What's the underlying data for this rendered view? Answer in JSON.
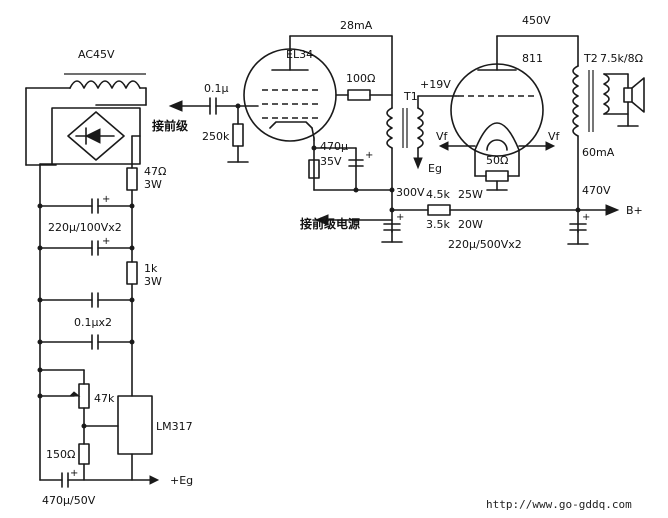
{
  "labels": {
    "ac_input": "AC45V",
    "r_47": "47Ω",
    "r_47_power": "3W",
    "c_main": "220μ/100Vx2",
    "r_1k": "1k",
    "r_1k_power": "3W",
    "c_01x2": "0.1μx2",
    "pot_47k": "47k",
    "regulator": "LM317",
    "r_150": "150Ω",
    "c_470_50": "470μ/50V",
    "out_eg": "+Eg",
    "coupling_cap": "0.1μ",
    "to_prev_stage": "接前级",
    "r_250k": "250k",
    "tube_driver": "EL34",
    "current_driver": "28mA",
    "r_100": "100Ω",
    "t1": "T1",
    "bias_plus19": "+19V",
    "eg": "Eg",
    "c_cathode": "470μ",
    "c_cathode_v": "35V",
    "to_prev_supply": "接前级电源",
    "v300": "300V",
    "r_45k": "4.5k",
    "r_45k_power": "25W",
    "r_35k": "3.5k",
    "r_35k_power": "20W",
    "c_filter": "220μ/500Vx2",
    "v450": "450V",
    "tube_output": "811",
    "vf_left": "Vf",
    "vf_right": "Vf",
    "r_50": "50Ω",
    "current_output": "60mA",
    "v470": "470V",
    "b_plus": "B+",
    "t2": "T2",
    "t2_ratio": "7.5k/8Ω",
    "watermark": "http://www.go-gddq.com"
  }
}
